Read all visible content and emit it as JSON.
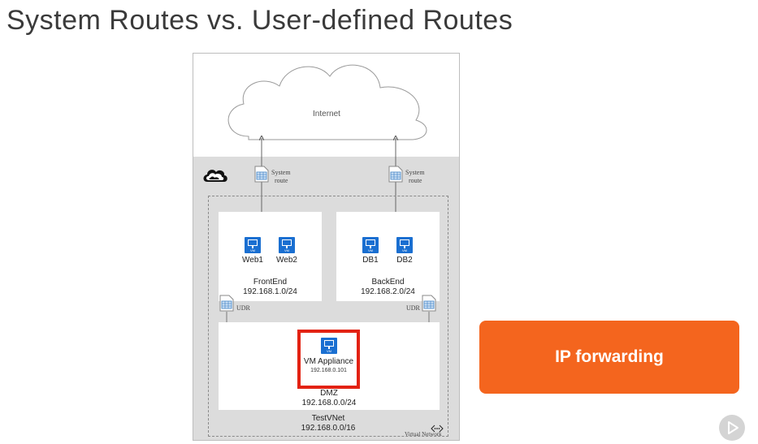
{
  "slide": {
    "title": "System Routes vs. User-defined Routes"
  },
  "diagram": {
    "internet_label": "Internet",
    "system_route_left": {
      "line1": "System",
      "line2": "route"
    },
    "system_route_right": {
      "line1": "System",
      "line2": "route"
    },
    "frontend": {
      "vms": [
        "Web1",
        "Web2"
      ],
      "name": "FrontEnd",
      "cidr": "192.168.1.0/24"
    },
    "backend": {
      "vms": [
        "DB1",
        "DB2"
      ],
      "name": "BackEnd",
      "cidr": "192.168.2.0/24"
    },
    "udr_left": "UDR",
    "udr_right": "UDR",
    "appliance": {
      "name": "VM Appliance",
      "ip": "192.168.0.101"
    },
    "dmz": {
      "name": "DMZ",
      "cidr": "192.168.0.0/24"
    },
    "vnet": {
      "name": "TestVNet",
      "cidr": "192.168.0.0/16",
      "type_label": "Virtual Network"
    },
    "vm_icon_text": "VM"
  },
  "button": {
    "label": "IP forwarding"
  },
  "colors": {
    "accent": "#f4651e",
    "vm_blue": "#1a6fd1",
    "highlight_red": "#e32212"
  }
}
